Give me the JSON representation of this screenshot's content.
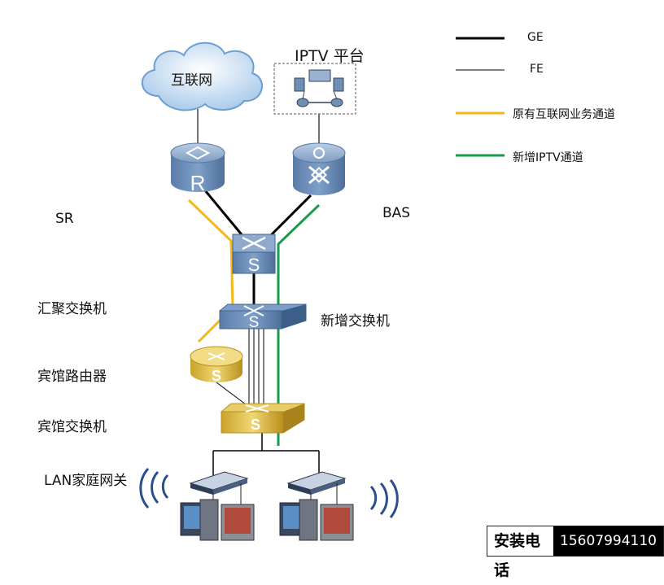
{
  "legend": {
    "ge": "GE",
    "fe": "FE",
    "original_channel": "原有互联网业务通道",
    "new_channel": "新增IPTV通道",
    "colors": {
      "ge": "#000000",
      "fe": "#000000",
      "original": "#f2b81c",
      "new": "#1a9a4a"
    }
  },
  "nodes": {
    "internet": "互联网",
    "iptv_platform": "IPTV 平台",
    "sr": "SR",
    "bas": "BAS",
    "aggregation_switch": "汇聚交换机",
    "new_switch": "新增交换机",
    "hotel_router": "宾馆路由器",
    "hotel_switch": "宾馆交换机",
    "lan_gateway": "LAN家庭网关"
  },
  "icons": {
    "router_glyph": "R",
    "switch_glyph": "S",
    "router": "router-icon",
    "bas": "bas-icon",
    "switch": "switch-icon",
    "cloud": "cloud-icon",
    "pc": "pc-icon",
    "wifi": "wifi-icon"
  },
  "contact": {
    "label": "安装电话",
    "phone": "15607994110"
  }
}
